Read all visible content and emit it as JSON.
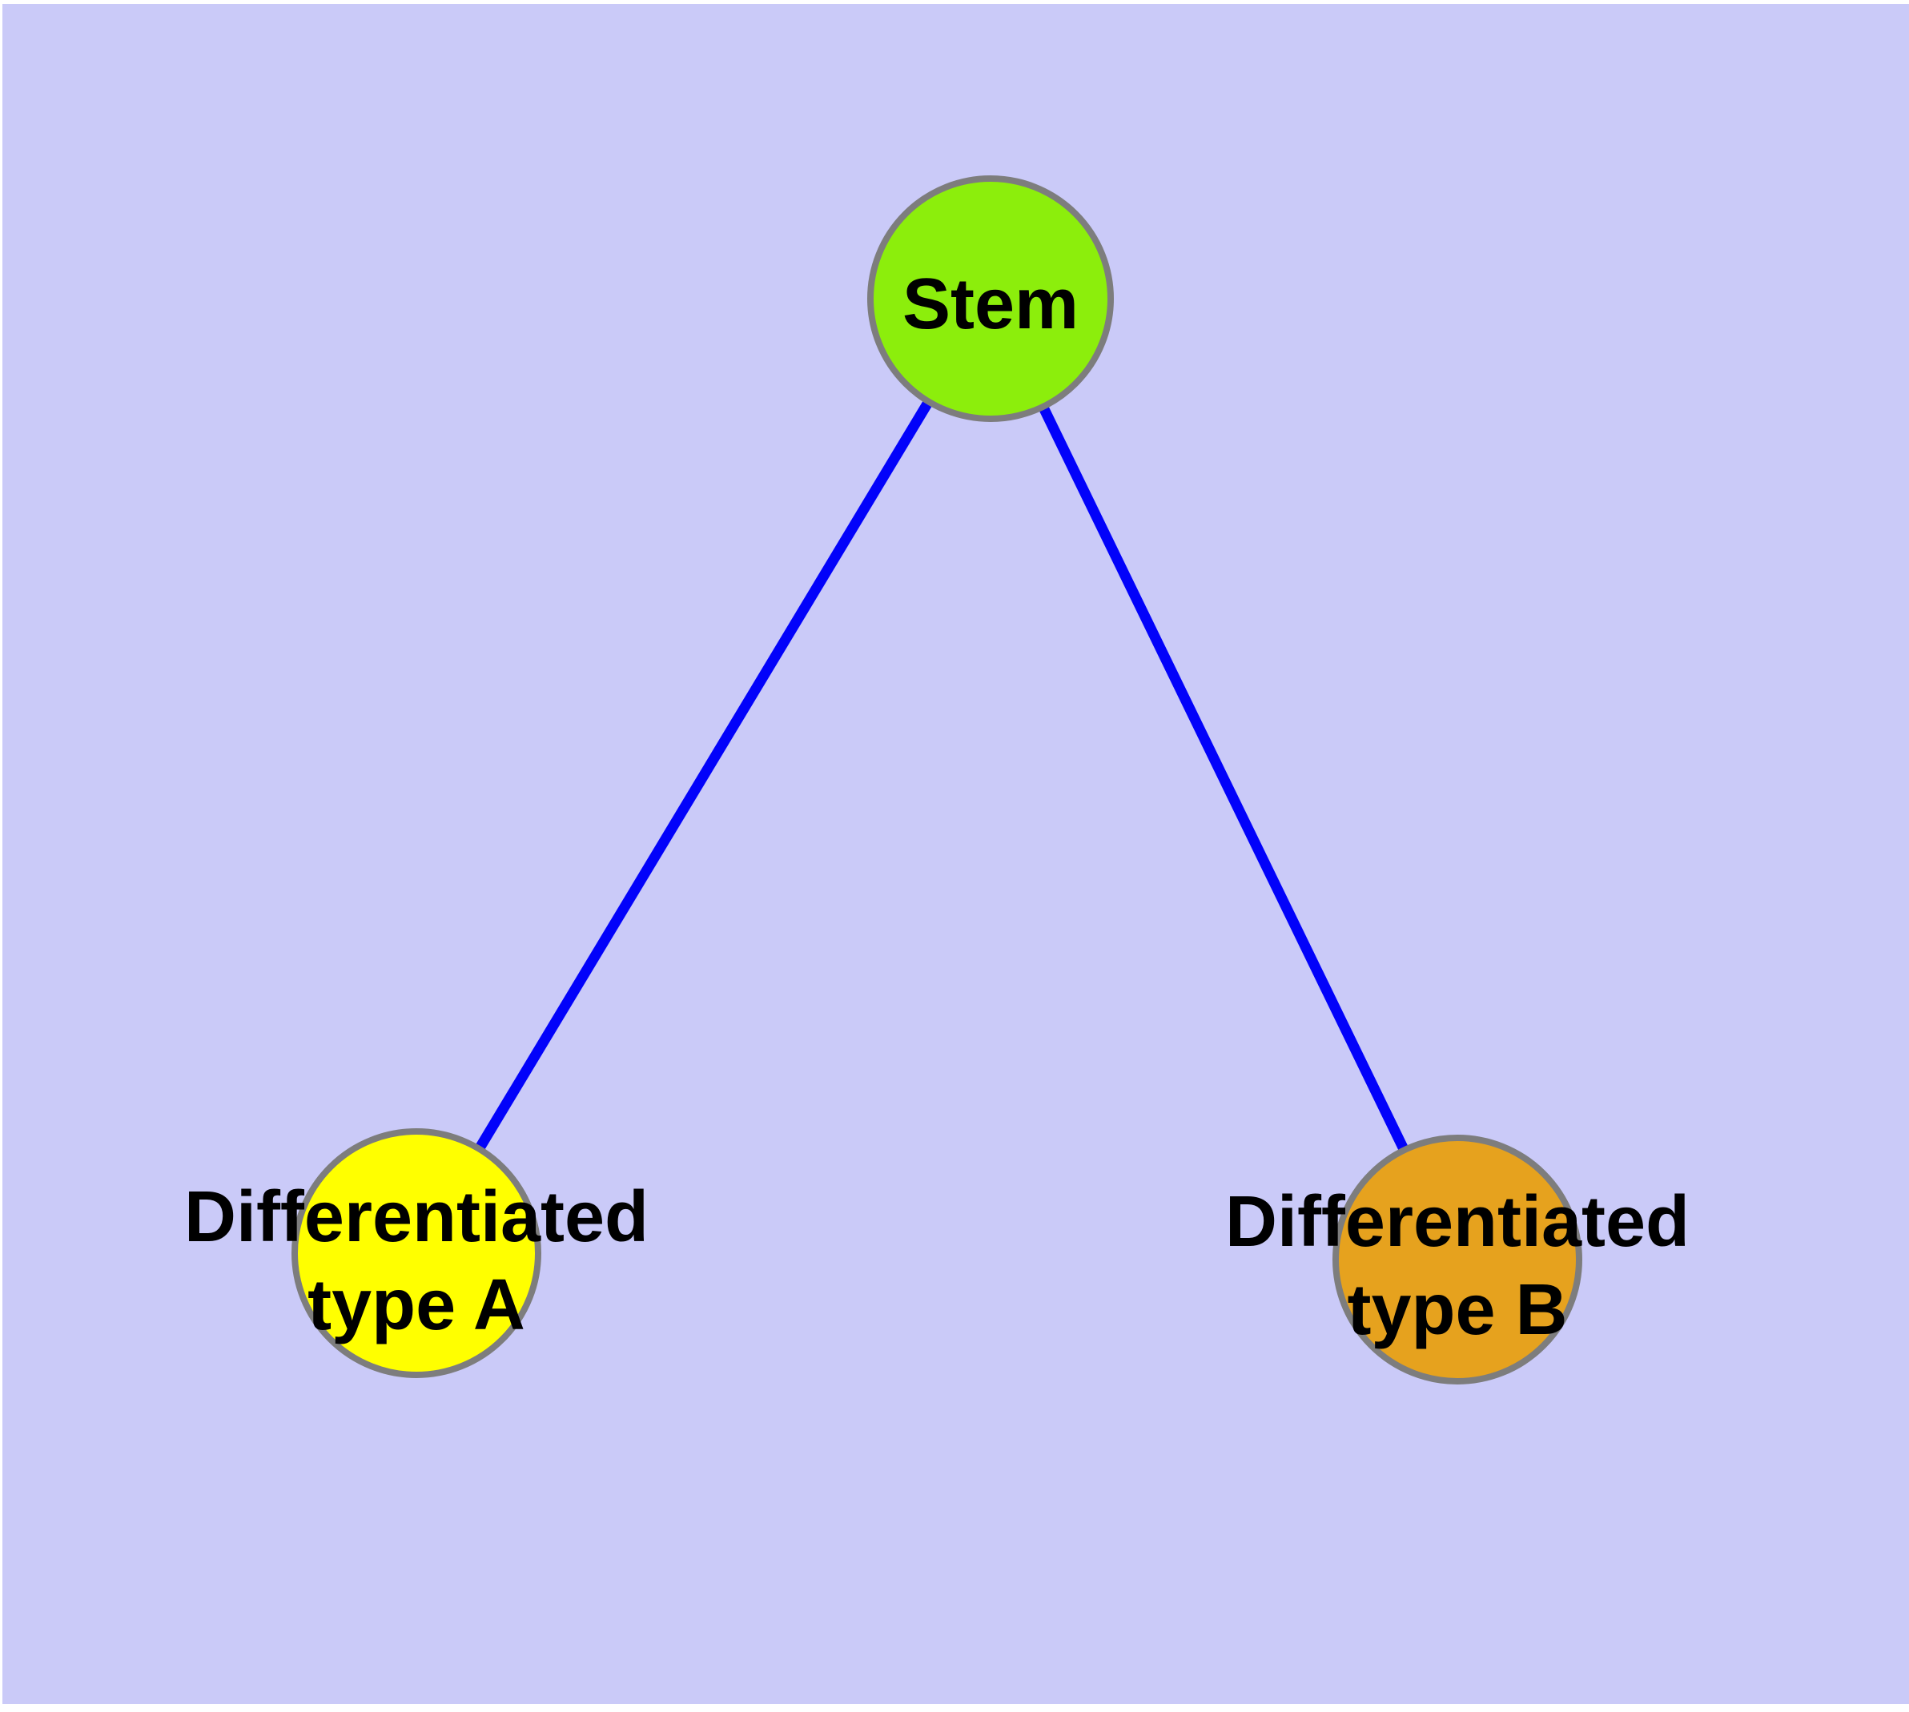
{
  "figure": {
    "page_color": "#ffffff",
    "background_color": "#cacaf8",
    "edge_color": "#0202fa",
    "node_border_color": "#7d7d7d",
    "text_color": "#000000"
  },
  "nodes": {
    "stem": {
      "label": "Stem",
      "fill": "#8cee0c"
    },
    "type_a": {
      "label_line1": "Differentiated",
      "label_line2": "type A",
      "fill": "#ffff00"
    },
    "type_b": {
      "label_line1": "Differentiated",
      "label_line2": "type B",
      "fill": "#e6a21e"
    }
  },
  "edges": [
    {
      "from": "Stem",
      "to": "Differentiated type A"
    },
    {
      "from": "Stem",
      "to": "Differentiated type B"
    }
  ]
}
